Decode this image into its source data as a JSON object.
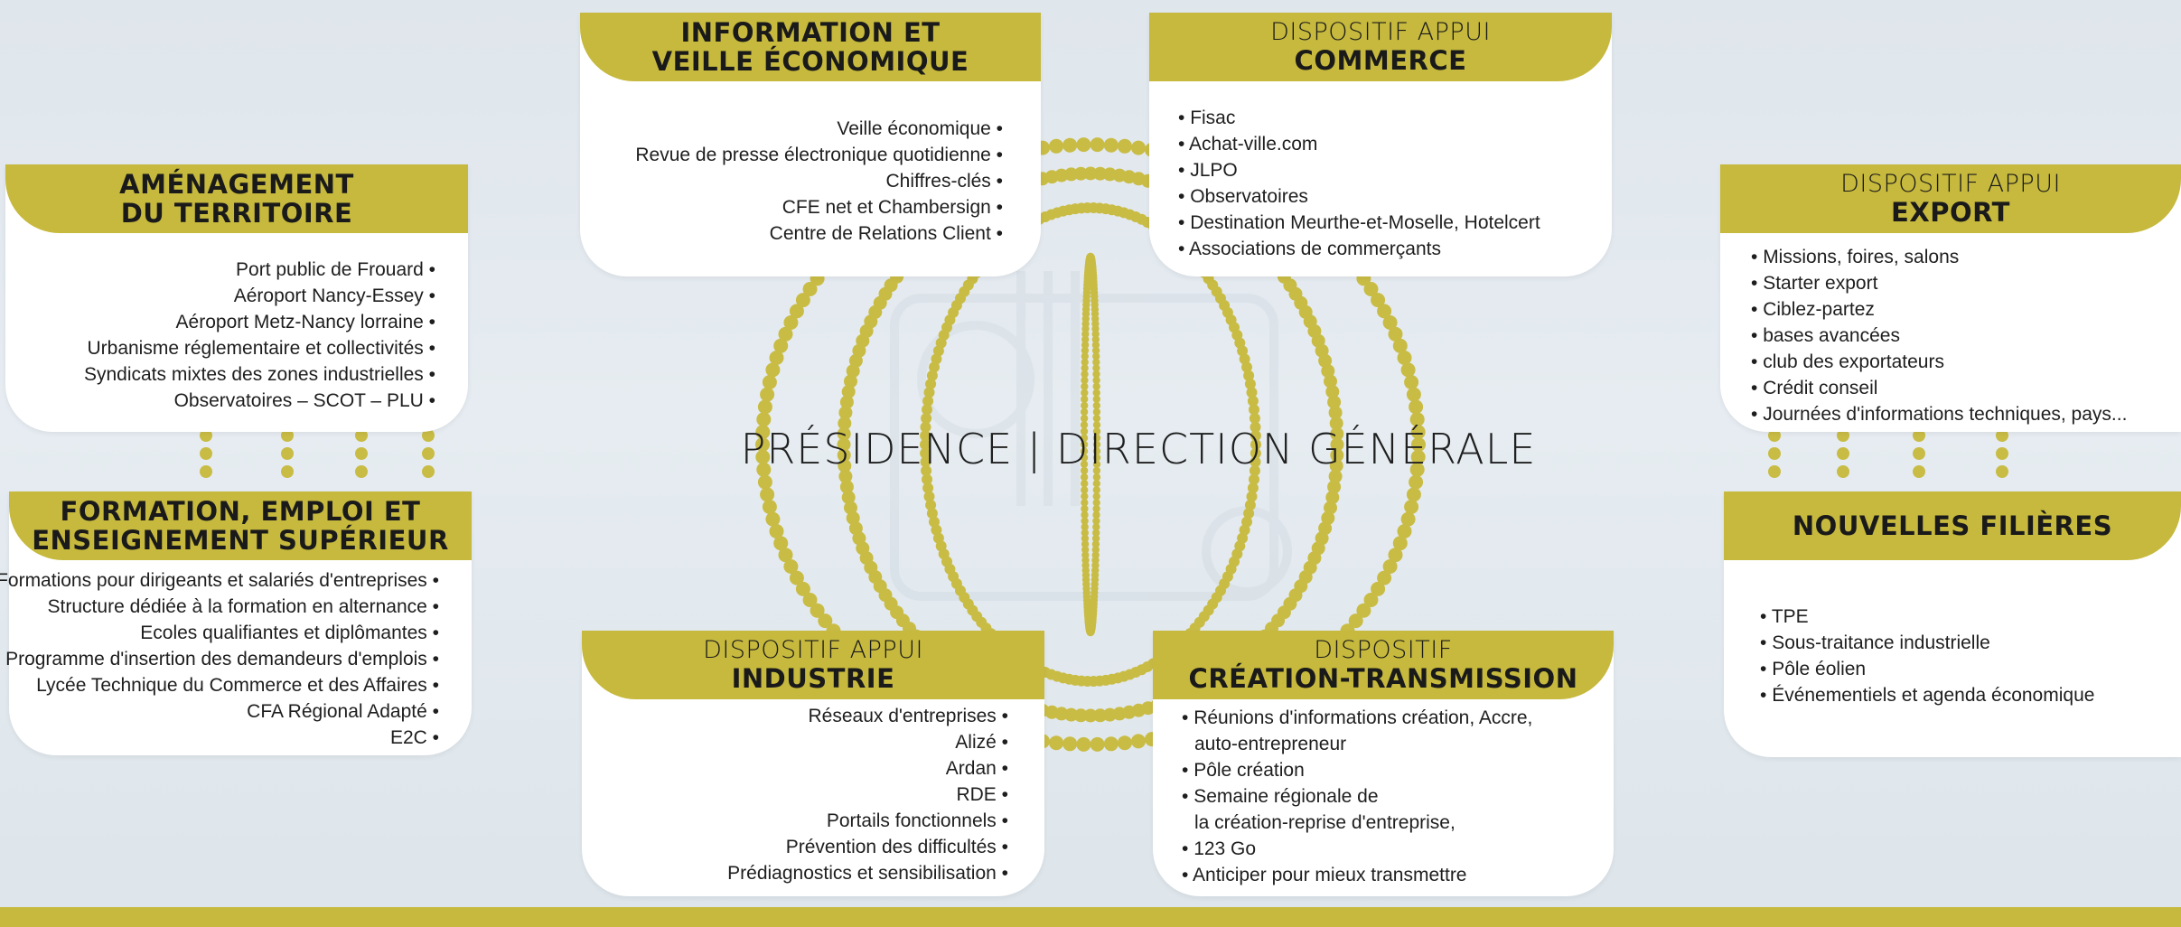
{
  "center_title": "PRÉSIDENCE | DIRECTION GÉNÉRALE",
  "colors": {
    "accent": "#c6b93d",
    "background": "#e3e9ee",
    "card": "#ffffff",
    "text": "#1e1e1e"
  },
  "cards": {
    "info": {
      "title_line1": "INFORMATION ET",
      "title_line2": "VEILLE ÉCONOMIQUE",
      "items": [
        "Veille économique",
        "Revue de presse électronique quotidienne",
        "Chiffres-clés",
        "CFE net et Chambersign",
        "Centre de Relations Client"
      ]
    },
    "commerce": {
      "title_light": "DISPOSITIF APPUI",
      "title_bold": "COMMERCE",
      "items": [
        "Fisac",
        "Achat-ville.com",
        "JLPO",
        "Observatoires",
        "Destination Meurthe-et-Moselle, Hotelcert",
        "Associations de commerçants"
      ]
    },
    "amenagement": {
      "title_line1": "AMÉNAGEMENT",
      "title_line2": "DU TERRITOIRE",
      "items": [
        "Port public de Frouard",
        "Aéroport Nancy-Essey",
        "Aéroport Metz-Nancy lorraine",
        "Urbanisme réglementaire et collectivités",
        "Syndicats mixtes des zones industrielles",
        "Observatoires – SCOT – PLU"
      ]
    },
    "export": {
      "title_light": "DISPOSITIF APPUI",
      "title_bold": "EXPORT",
      "items": [
        "Missions, foires, salons",
        "Starter export",
        "Ciblez-partez",
        "bases avancées",
        "club des exportateurs",
        "Crédit conseil",
        "Journées d'informations techniques, pays..."
      ]
    },
    "formation": {
      "title_line1": "FORMATION, EMPLOI ET",
      "title_line2": "ENSEIGNEMENT SUPÉRIEUR",
      "items": [
        "Formations pour dirigeants et salariés d'entreprises",
        "Structure dédiée à la formation en alternance",
        "Ecoles qualifiantes et diplômantes",
        "Programme d'insertion des demandeurs d'emplois",
        "Lycée Technique du Commerce et des Affaires",
        "CFA Régional Adapté",
        "E2C"
      ]
    },
    "nouvelles": {
      "title_bold": "NOUVELLES FILIÈRES",
      "items": [
        "TPE",
        "Sous-traitance industrielle",
        "Pôle éolien",
        "Événementiels et agenda économique"
      ]
    },
    "industrie": {
      "title_light": "DISPOSITIF APPUI",
      "title_bold": "INDUSTRIE",
      "items": [
        "Réseaux d'entreprises",
        "Alizé",
        "Ardan",
        "RDE",
        "Portails fonctionnels",
        "Prévention des difficultés",
        "Prédiagnostics et sensibilisation"
      ]
    },
    "creation": {
      "title_light": "DISPOSITIF",
      "title_bold": "CRÉATION-TRANSMISSION",
      "items": [
        "Réunions d'informations création, Accre,",
        "auto-entrepreneur",
        "Pôle création",
        "Semaine régionale de",
        "la création-reprise d'entreprise,",
        "123 Go",
        "Anticiper pour mieux transmettre"
      ],
      "bullets": [
        true,
        false,
        true,
        true,
        false,
        true,
        true
      ]
    }
  }
}
